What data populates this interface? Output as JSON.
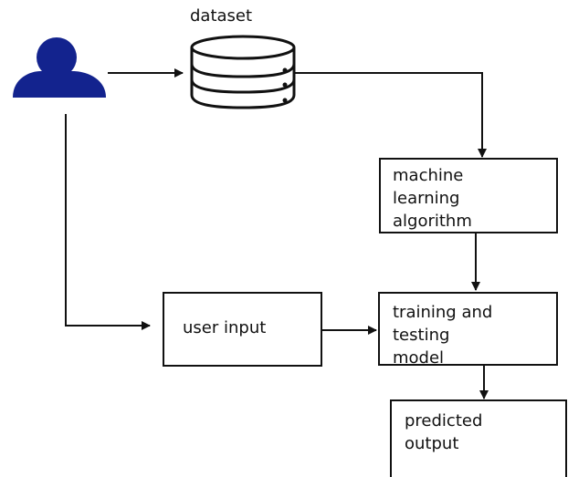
{
  "diagram": {
    "nodes": {
      "user": {
        "icon": "user-icon",
        "color": "#13238e"
      },
      "dataset": {
        "label": "dataset",
        "icon": "database-icon"
      },
      "ml_algorithm": {
        "label": "machine\nlearning\nalgorithm"
      },
      "user_input": {
        "label": "user input"
      },
      "training_testing": {
        "label": "training and\ntesting\nmodel"
      },
      "predicted_output": {
        "label": "predicted\noutput"
      }
    },
    "edges": [
      {
        "from": "user",
        "to": "dataset"
      },
      {
        "from": "dataset",
        "to": "ml_algorithm"
      },
      {
        "from": "ml_algorithm",
        "to": "training_testing"
      },
      {
        "from": "user",
        "to": "user_input"
      },
      {
        "from": "user_input",
        "to": "training_testing"
      },
      {
        "from": "training_testing",
        "to": "predicted_output"
      }
    ]
  }
}
